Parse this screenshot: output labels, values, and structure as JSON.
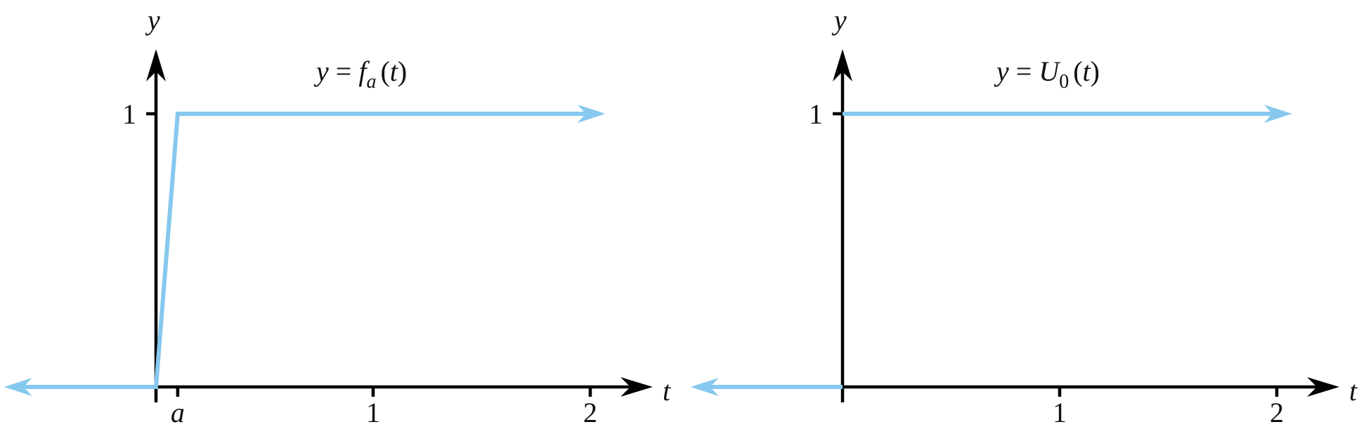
{
  "chart_data": [
    {
      "type": "line",
      "title": "",
      "equation": {
        "lhs": "y",
        "eq": "=",
        "func": "f",
        "sub": "a",
        "arg": "(t)"
      },
      "xlabel": "t",
      "ylabel": "y",
      "xlim": [
        -0.7,
        2.25
      ],
      "ylim": [
        0,
        1.25
      ],
      "x_ticks": [
        {
          "value": 0.1,
          "label": "a"
        },
        {
          "value": 1,
          "label": "1"
        },
        {
          "value": 2,
          "label": "2"
        }
      ],
      "y_ticks": [
        {
          "value": 1,
          "label": "1"
        }
      ],
      "series": [
        {
          "points": [
            [
              -0.7,
              0
            ],
            [
              0,
              0
            ],
            [
              0.1,
              1
            ],
            [
              2.07,
              1
            ]
          ],
          "color": "#86c8ee",
          "arrow_start": true,
          "arrow_end": true
        }
      ],
      "grid": false
    },
    {
      "type": "line",
      "title": "",
      "equation": {
        "lhs": "y",
        "eq": "=",
        "func": "U",
        "sub": "0",
        "arg": "(t)"
      },
      "xlabel": "t",
      "ylabel": "y",
      "xlim": [
        -0.7,
        2.25
      ],
      "ylim": [
        0,
        1.25
      ],
      "x_ticks": [
        {
          "value": 1,
          "label": "1"
        },
        {
          "value": 2,
          "label": "2"
        }
      ],
      "y_ticks": [
        {
          "value": 1,
          "label": "1"
        }
      ],
      "series": [
        {
          "points": [
            [
              -0.7,
              0
            ],
            [
              0,
              0
            ]
          ],
          "color": "#86c8ee",
          "arrow_start": true,
          "arrow_end": false
        },
        {
          "points": [
            [
              0,
              1
            ],
            [
              2.07,
              1
            ]
          ],
          "color": "#86c8ee",
          "arrow_start": false,
          "arrow_end": true
        }
      ],
      "grid": false
    }
  ]
}
